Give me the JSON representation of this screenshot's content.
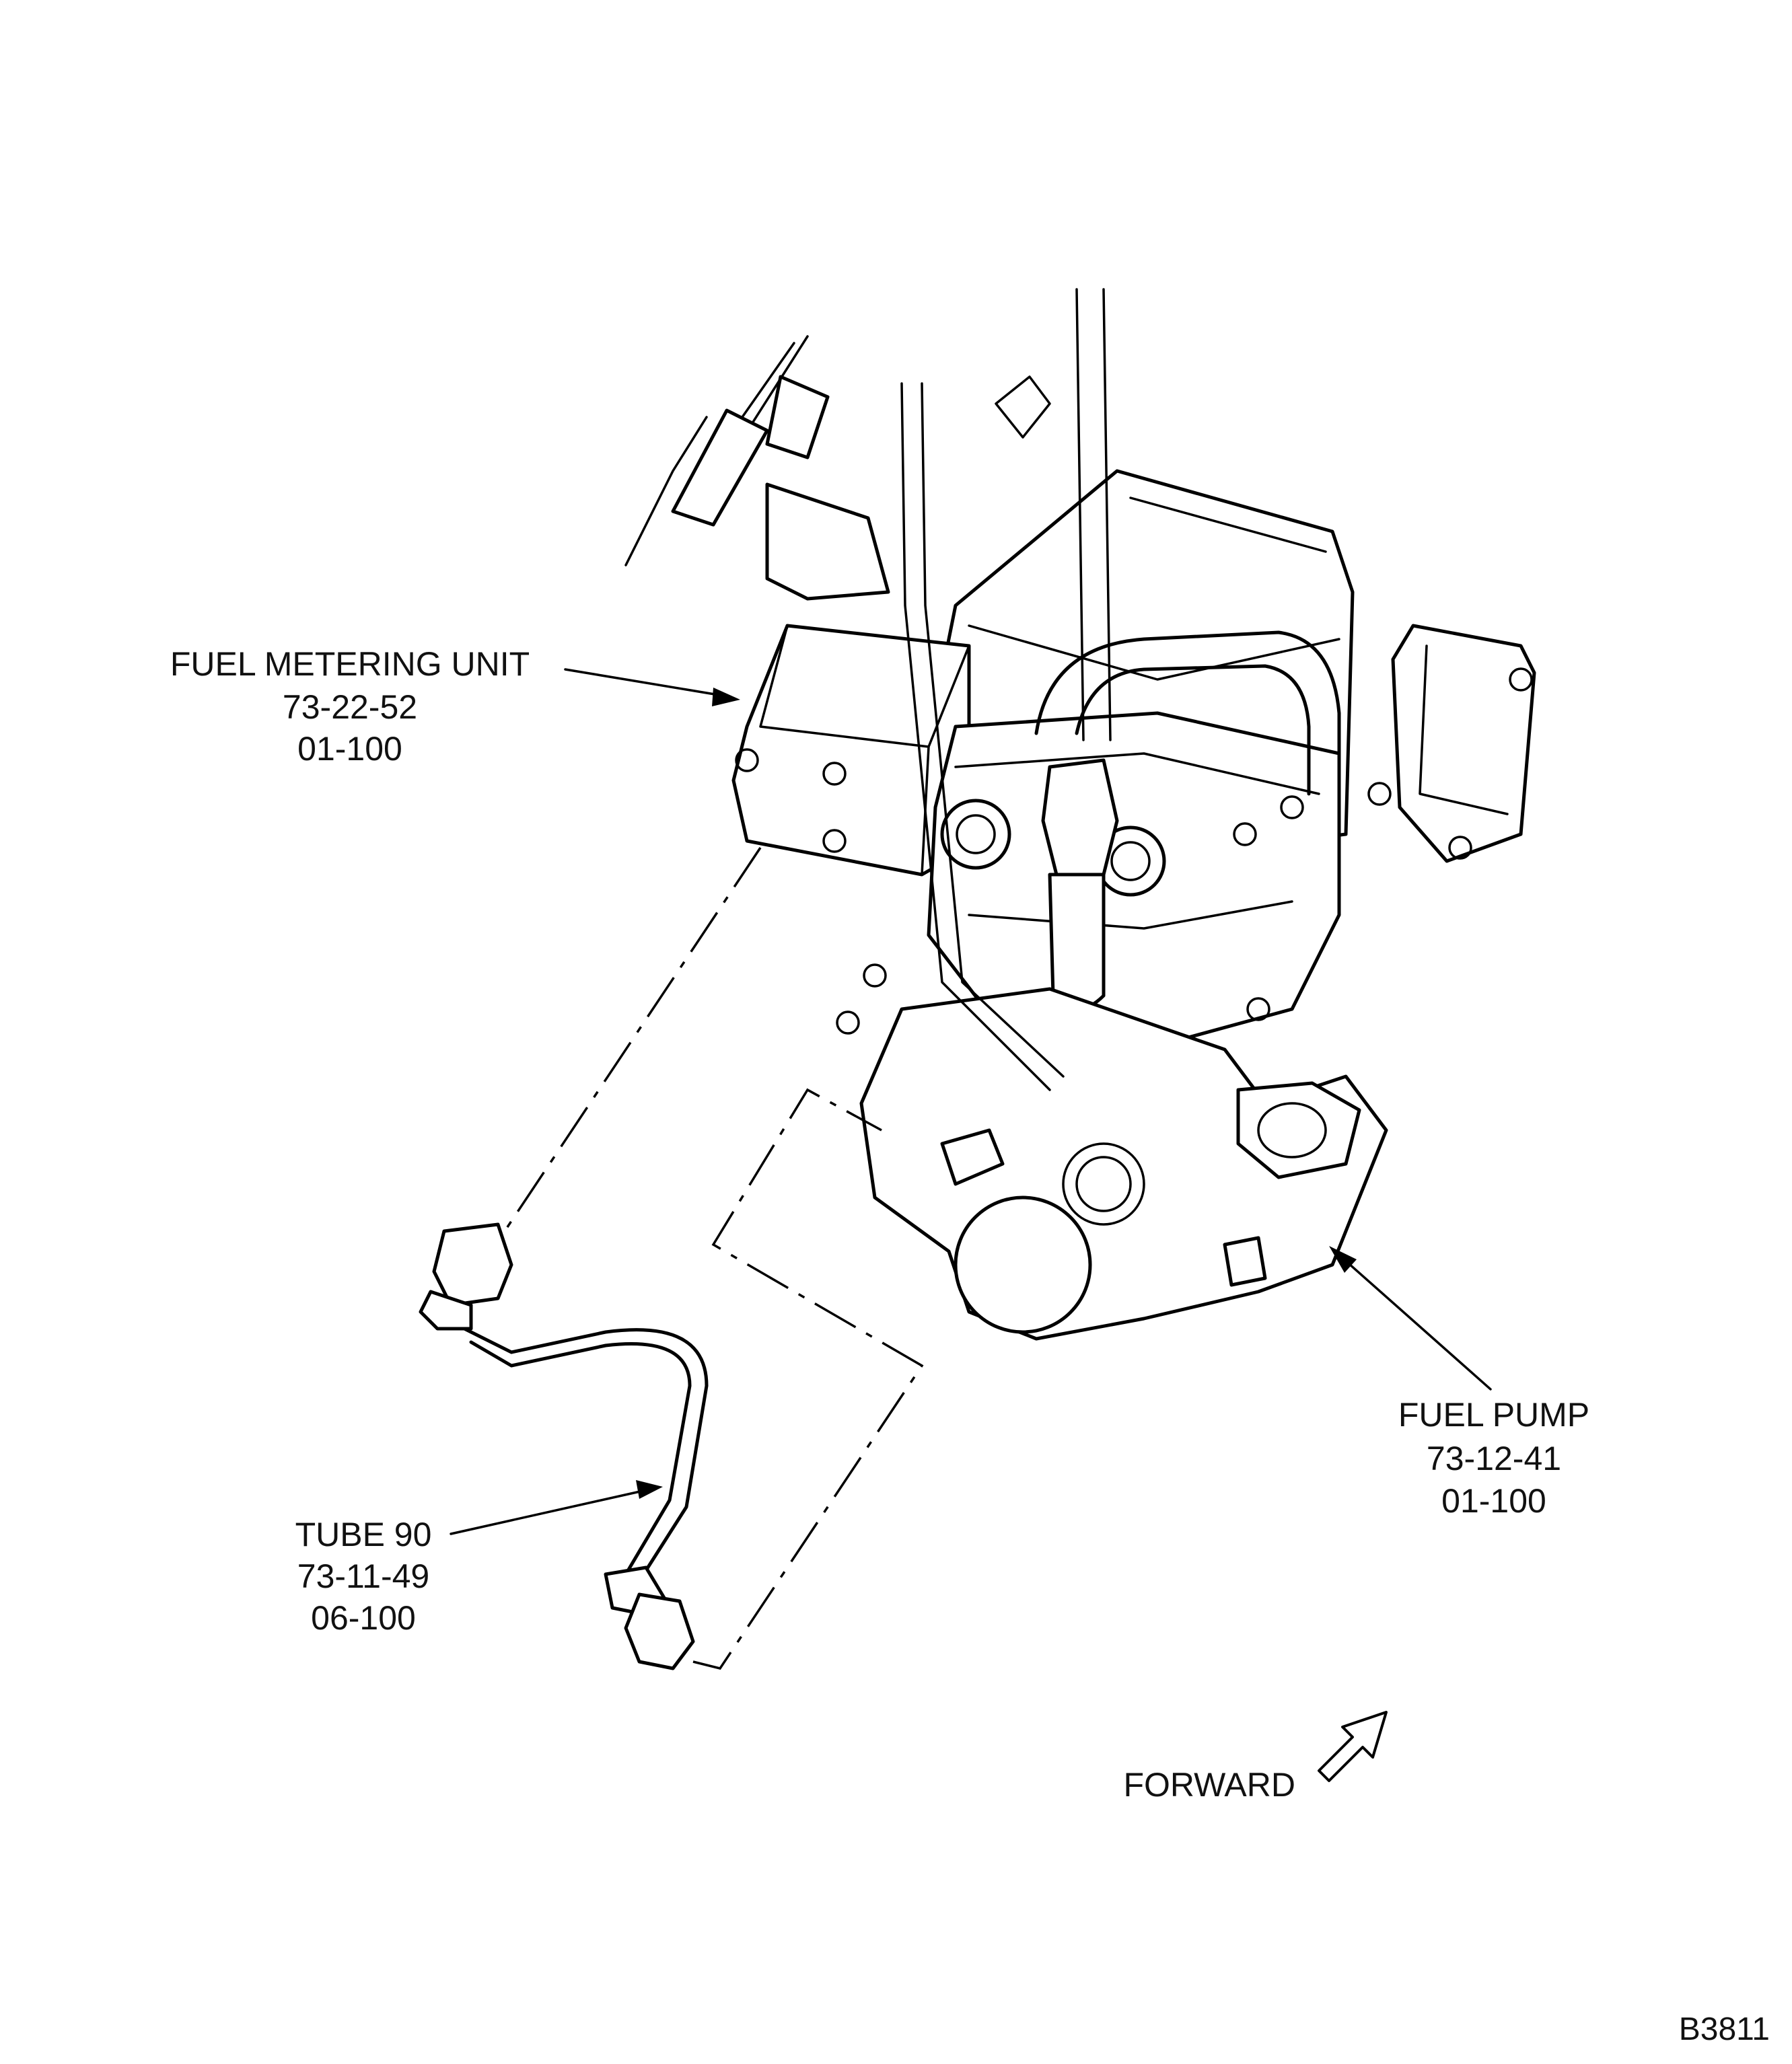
{
  "callouts": {
    "fuel_metering_unit": {
      "name": "FUEL METERING UNIT",
      "ref1": "73-22-52",
      "ref2": "01-100"
    },
    "fuel_pump": {
      "name": "FUEL PUMP",
      "ref1": "73-12-41",
      "ref2": "01-100"
    },
    "tube": {
      "name": "TUBE 90",
      "ref1": "73-11-49",
      "ref2": "06-100"
    }
  },
  "forward_label": "FORWARD",
  "figure_id": "B3811",
  "icons": {
    "forward_arrow": "forward-arrow-icon"
  }
}
